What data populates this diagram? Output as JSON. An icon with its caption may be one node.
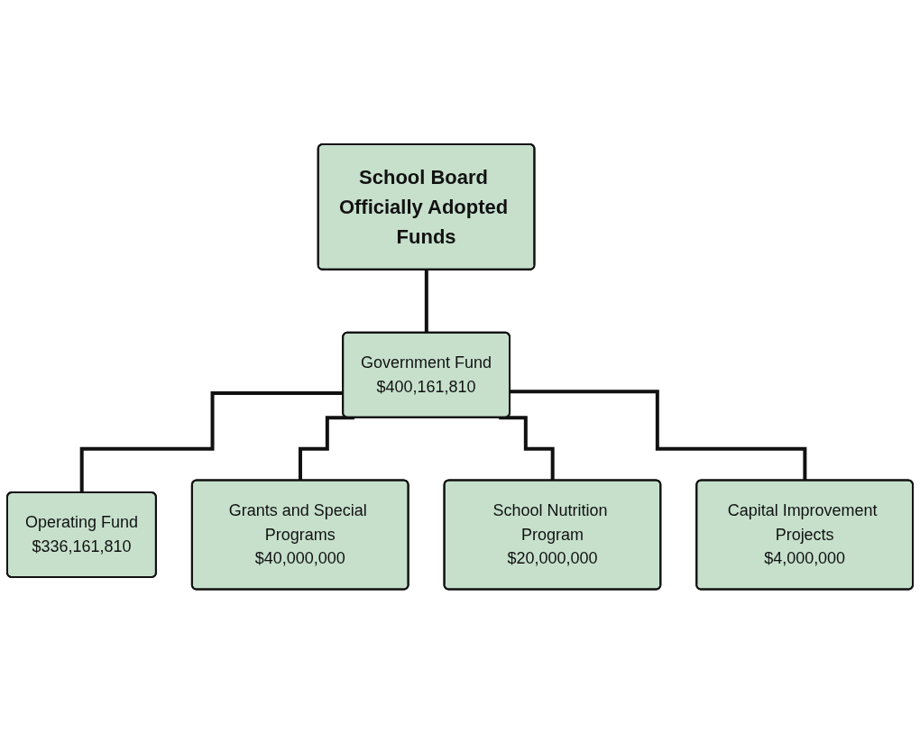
{
  "diagram": {
    "nodes": [
      {
        "text": [
          "School Board Officially Adopted Funds"
        ]
      },
      {
        "text": [
          "Government Fund",
          "$400,161,810"
        ]
      },
      {
        "text": [
          "Operating Fund",
          "$336,161,810"
        ]
      },
      {
        "text": [
          "Grants and Special Programs",
          "$40,000,000"
        ]
      },
      {
        "text": [
          "School Nutrition Program",
          "$20,000,000"
        ]
      },
      {
        "text": [
          "Capital Improvement Projects",
          "$4,000,000"
        ]
      }
    ],
    "edges": [
      {
        "from": 0,
        "to": 1,
        "arrow": "none"
      },
      {
        "from": 1,
        "to": 2,
        "arrow": "none"
      },
      {
        "from": 1,
        "to": 3,
        "arrow": "none"
      },
      {
        "from": 1,
        "to": 4,
        "arrow": "none"
      },
      {
        "from": 1,
        "to": 5,
        "arrow": "none"
      }
    ]
  }
}
